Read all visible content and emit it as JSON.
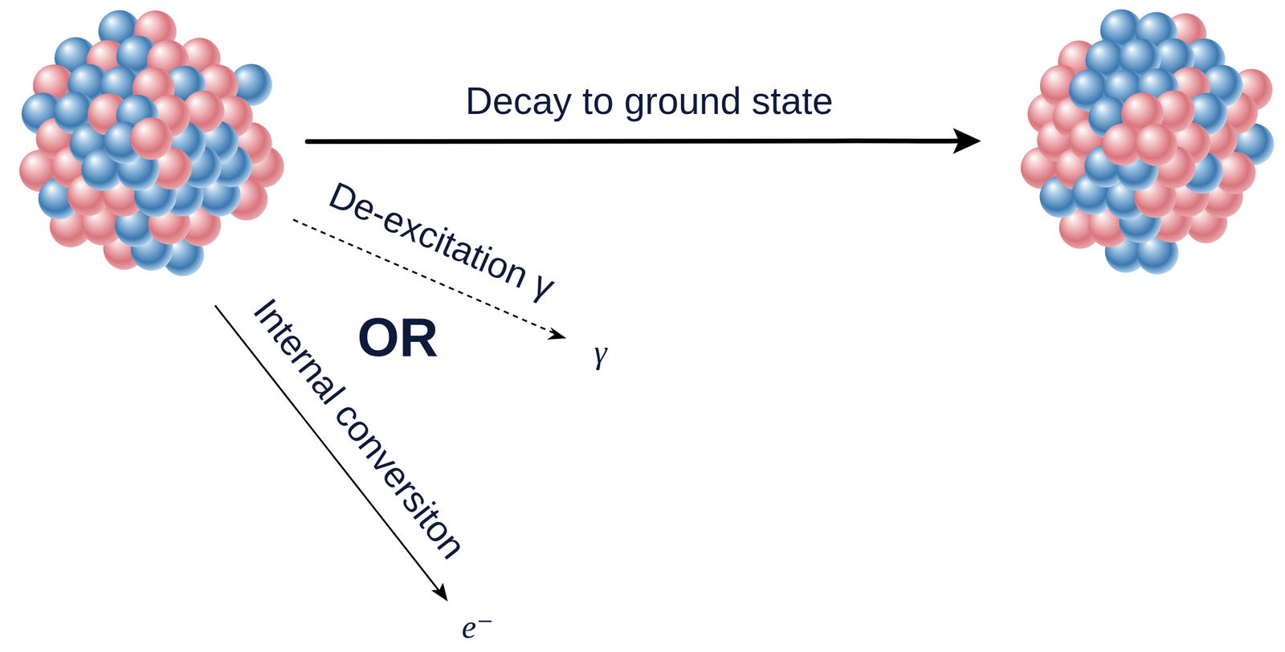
{
  "diagram": {
    "labels": [
      "Decay to ground state",
      "De-excitation γ",
      "γ",
      "OR",
      "Internal conversiton",
      "e⁻"
    ]
  }
}
